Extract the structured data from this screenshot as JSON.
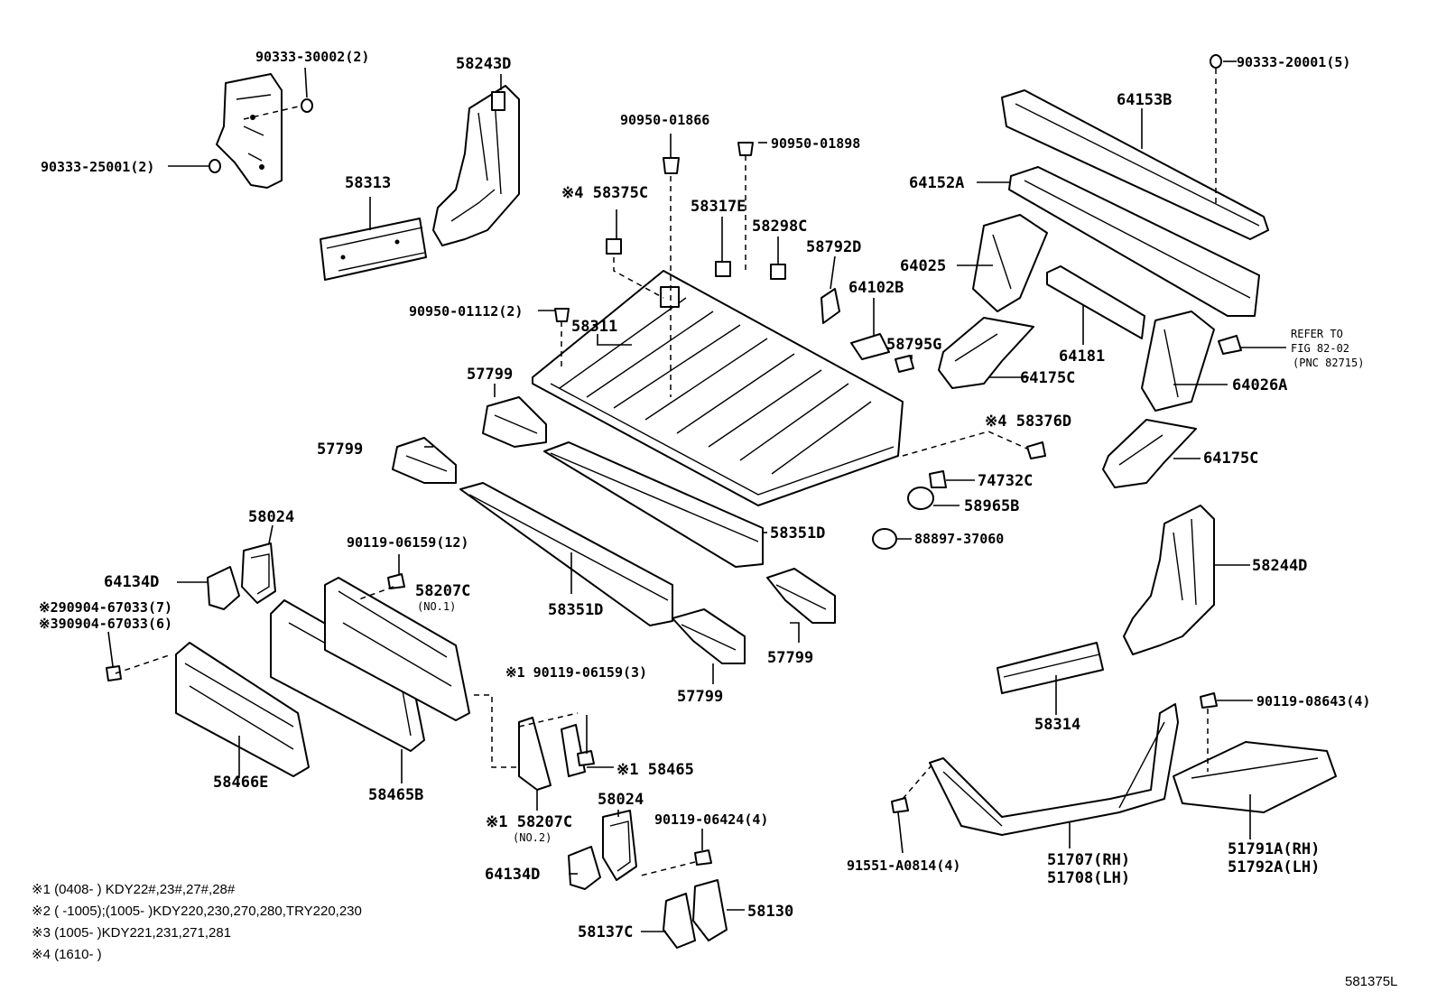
{
  "labels": {
    "p_90333_30002": "90333-30002(2)",
    "p_58243D": "58243D",
    "p_90333_25001": "90333-25001(2)",
    "p_58313": "58313",
    "p_90950_01866": "90950-01866",
    "p_90950_01898": "90950-01898",
    "p_58375C": "※4 58375C",
    "p_58317E": "58317E",
    "p_58298C": "58298C",
    "p_58792D": "58792D",
    "p_90333_20001": "90333-20001(5)",
    "p_64153B": "64153B",
    "p_64152A": "64152A",
    "p_64025": "64025",
    "p_64102B": "64102B",
    "p_58795G": "58795G",
    "p_90950_01112": "90950-01112(2)",
    "p_58311": "58311",
    "p_64181": "64181",
    "p_64175C_1": "64175C",
    "p_64026A": "64026A",
    "p_57799_1": "57799",
    "p_57799_2": "57799",
    "p_58376D": "※4 58376D",
    "p_74732C": "74732C",
    "p_64175C_2": "64175C",
    "p_58965B": "58965B",
    "p_58024_1": "58024",
    "p_58351D_1": "58351D",
    "p_88897_37060": "88897-37060",
    "p_90119_06159_12": "90119-06159(12)",
    "p_64134D_1": "64134D",
    "p_58207C_1": "58207C",
    "p_no1": "(NO.1)",
    "p_90904_67033_7": "※290904-67033(7)",
    "p_90904_67033_6": "※390904-67033(6)",
    "p_58244D": "58244D",
    "p_58351D_2": "58351D",
    "p_57799_3": "57799",
    "p_57799_4": "57799",
    "p_90119_06159_3": "※1 90119-06159(3)",
    "p_90119_08643": "90119-08643(4)",
    "p_58314": "58314",
    "p_58465": "※1 58465",
    "p_58466E": "58466E",
    "p_58465B": "58465B",
    "p_58024_2": "58024",
    "p_90119_06424": "90119-06424(4)",
    "p_58207C_2": "※1 58207C",
    "p_no2": "(NO.2)",
    "p_91551_A0814": "91551-A0814(4)",
    "p_51707": "51707(RH)",
    "p_51708": "51708(LH)",
    "p_51791A": "51791A(RH)",
    "p_51792A": "51792A(LH)",
    "p_64134D_2": "64134D",
    "p_58130": "58130",
    "p_58137C": "58137C",
    "refer_1": "REFER TO",
    "refer_2": "FIG 82-02",
    "refer_3": "(PNC 82715)"
  },
  "notes": [
    "※1 (0408-      ) KDY22#,23#,27#,28#",
    "※2 (      -1005);(1005-      )KDY220,230,270,280,TRY220,230",
    "※3 (1005-      )KDY221,231,271,281",
    "※4 (1610-      )"
  ],
  "figure_code": "581375L"
}
